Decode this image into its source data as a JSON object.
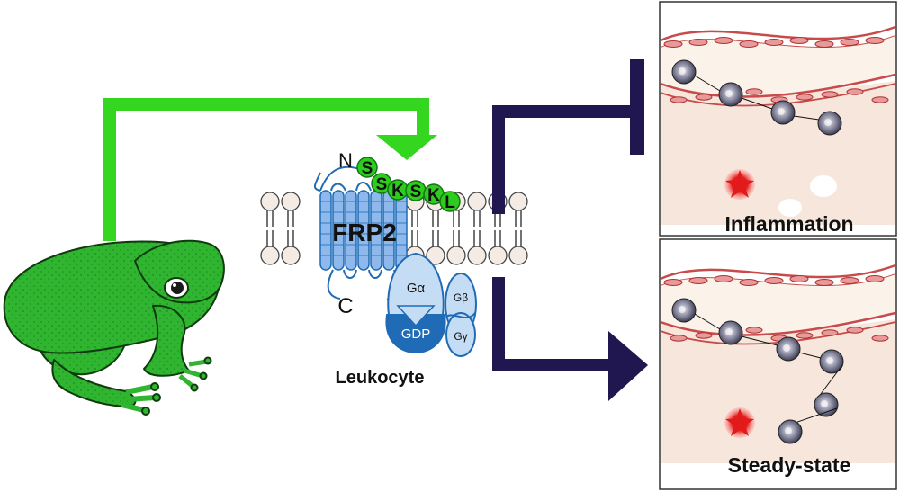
{
  "receptor": {
    "name": "FRP2",
    "n_terminus": "N",
    "c_terminus": "C",
    "peptide_residues": [
      "S",
      "S",
      "K",
      "S",
      "K",
      "L"
    ]
  },
  "g_protein": {
    "alpha": "Gα",
    "beta": "Gβ",
    "gamma": "Gγ",
    "nucleotide": "GDP"
  },
  "cell_label": "Leukocyte",
  "panels": {
    "top": {
      "label": "Inflammation",
      "outcome": "inhibit"
    },
    "bottom": {
      "label": "Steady-state",
      "outcome": "promote"
    }
  },
  "colors": {
    "frog_green": "#2fb52f",
    "arrow_green": "#35d61f",
    "bracket_navy": "#201650",
    "receptor_blue": "#8fb8ec",
    "gdp_blue": "#1f6bb5",
    "vessel_red": "#c84a4a",
    "tissue_beige": "#f6e6dc"
  }
}
